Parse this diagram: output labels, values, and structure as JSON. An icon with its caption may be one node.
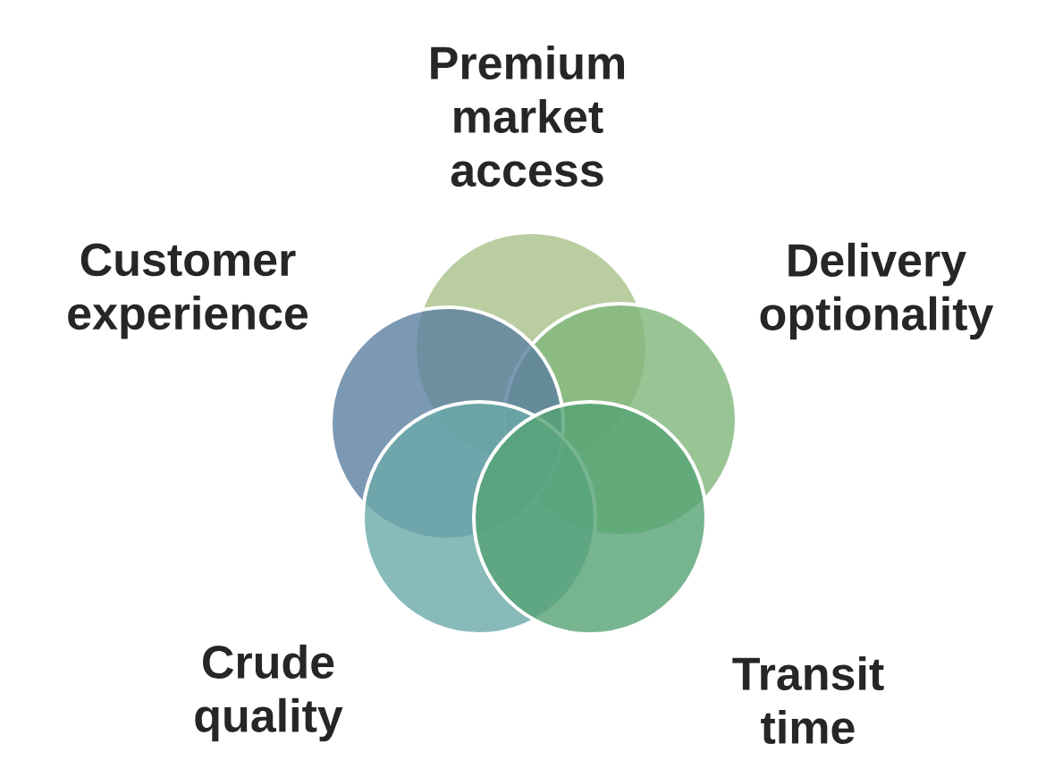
{
  "diagram": {
    "nodes": [
      {
        "text": [
          "Premium market access"
        ]
      },
      {
        "text": [
          "Customer experience"
        ]
      },
      {
        "text": [
          "Delivery optionality"
        ]
      },
      {
        "text": [
          "Crude quality"
        ]
      },
      {
        "text": [
          "Transit time"
        ]
      }
    ]
  }
}
